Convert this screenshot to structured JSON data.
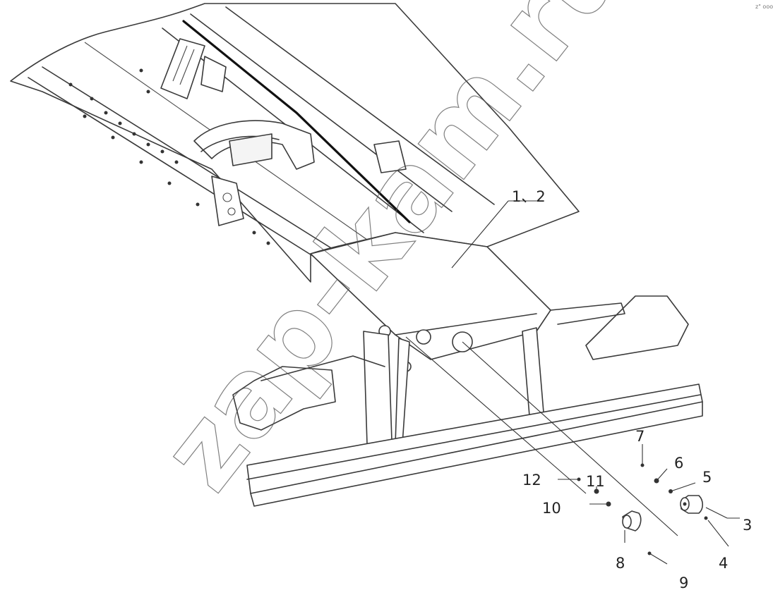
{
  "watermark": "zap-kam.ru",
  "corner_mark": "z\" ooo",
  "callouts": {
    "c1_2": "1、2",
    "c3": "3",
    "c4": "4",
    "c5": "5",
    "c6": "6",
    "c7": "7",
    "c8": "8",
    "c9": "9",
    "c10": "10",
    "c11": "11",
    "c12": "12"
  }
}
